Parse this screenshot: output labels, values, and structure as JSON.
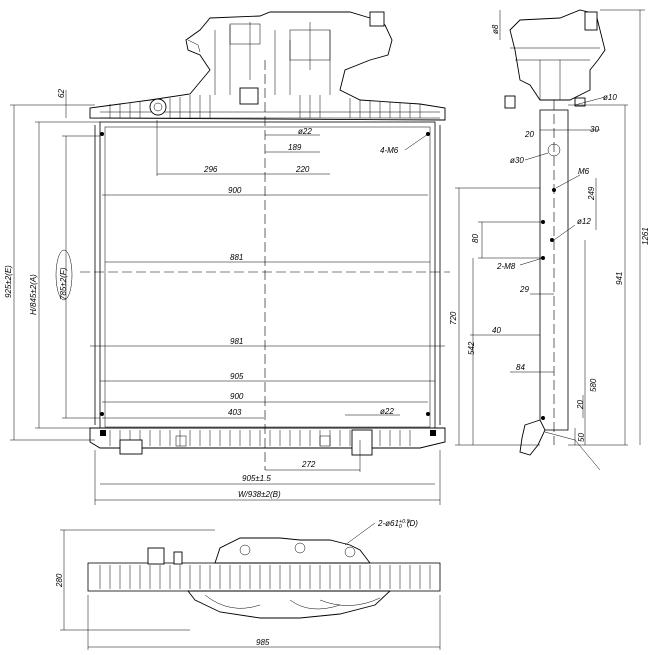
{
  "front_view": {
    "dims": {
      "d62": "62",
      "d22_top": "ø22",
      "d189": "189",
      "d296": "296",
      "d220": "220",
      "d900_top": "900",
      "d881": "881",
      "d981": "981",
      "d905": "905",
      "d900_bottom": "900",
      "d403": "403",
      "d22_bottom": "ø22",
      "d272": "272",
      "d905_tol": "905±1.5",
      "width": "W/938±2(B)",
      "h925": "925±2(E)",
      "h845": "H/845±2(A)",
      "h785": "785±2(F)",
      "note_4m6": "4-M6"
    }
  },
  "side_view": {
    "dims": {
      "d8": "ø8",
      "d10": "ø10",
      "d20_top": "20",
      "d30": "30",
      "d30_dia": "ø30",
      "m6": "M6",
      "d249": "249",
      "d12": "ø12",
      "d80": "80",
      "m8": "2-M8",
      "d29": "29",
      "d720": "720",
      "d40": "40",
      "d542": "542",
      "d84": "84",
      "d580": "580",
      "d20_bottom": "20",
      "d50": "50",
      "d941": "941",
      "d1261": "1261"
    }
  },
  "bottom_view": {
    "dims": {
      "holes": "2-ø61",
      "holes_tol": "+0.5",
      "holes_tol0": "0",
      "holes_ref": "(D)",
      "d280": "280",
      "d985": "985"
    }
  }
}
